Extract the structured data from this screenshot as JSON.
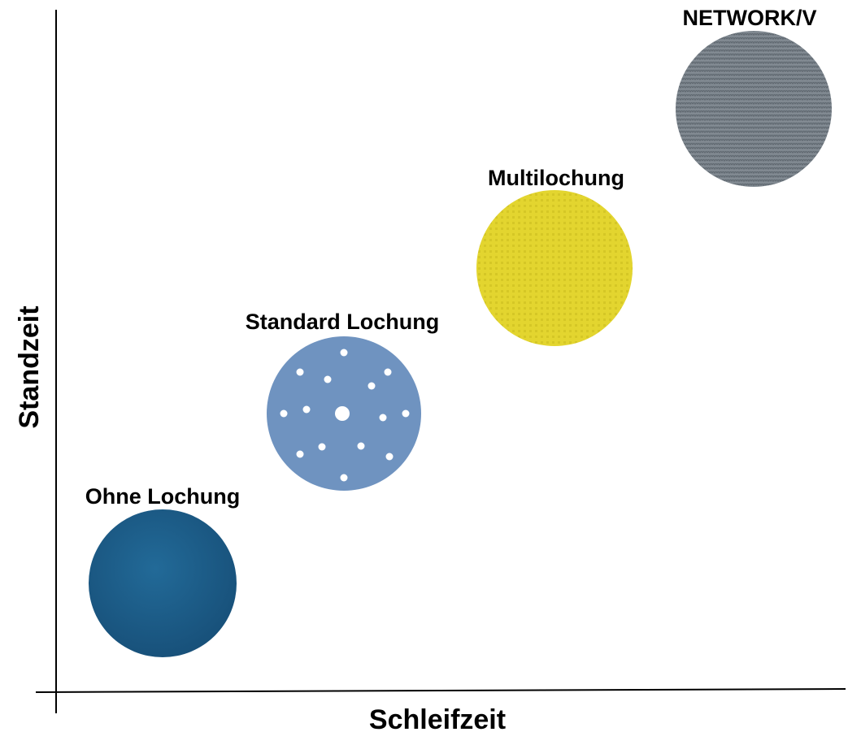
{
  "axes": {
    "x_label": "Schleifzeit",
    "y_label": "Standzeit"
  },
  "discs": [
    {
      "id": "ohne-lochung",
      "label": "Ohne Lochung",
      "color": "#1b5f8c",
      "pattern": "plain"
    },
    {
      "id": "standard-lochung",
      "label": "Standard Lochung",
      "color": "#6f93c0",
      "pattern": "holes"
    },
    {
      "id": "multilochung",
      "label": "Multilochung",
      "color": "#e3d52f",
      "pattern": "mesh"
    },
    {
      "id": "network-v",
      "label": "NETWORK/V",
      "color": "#757e86",
      "pattern": "knit"
    }
  ]
}
